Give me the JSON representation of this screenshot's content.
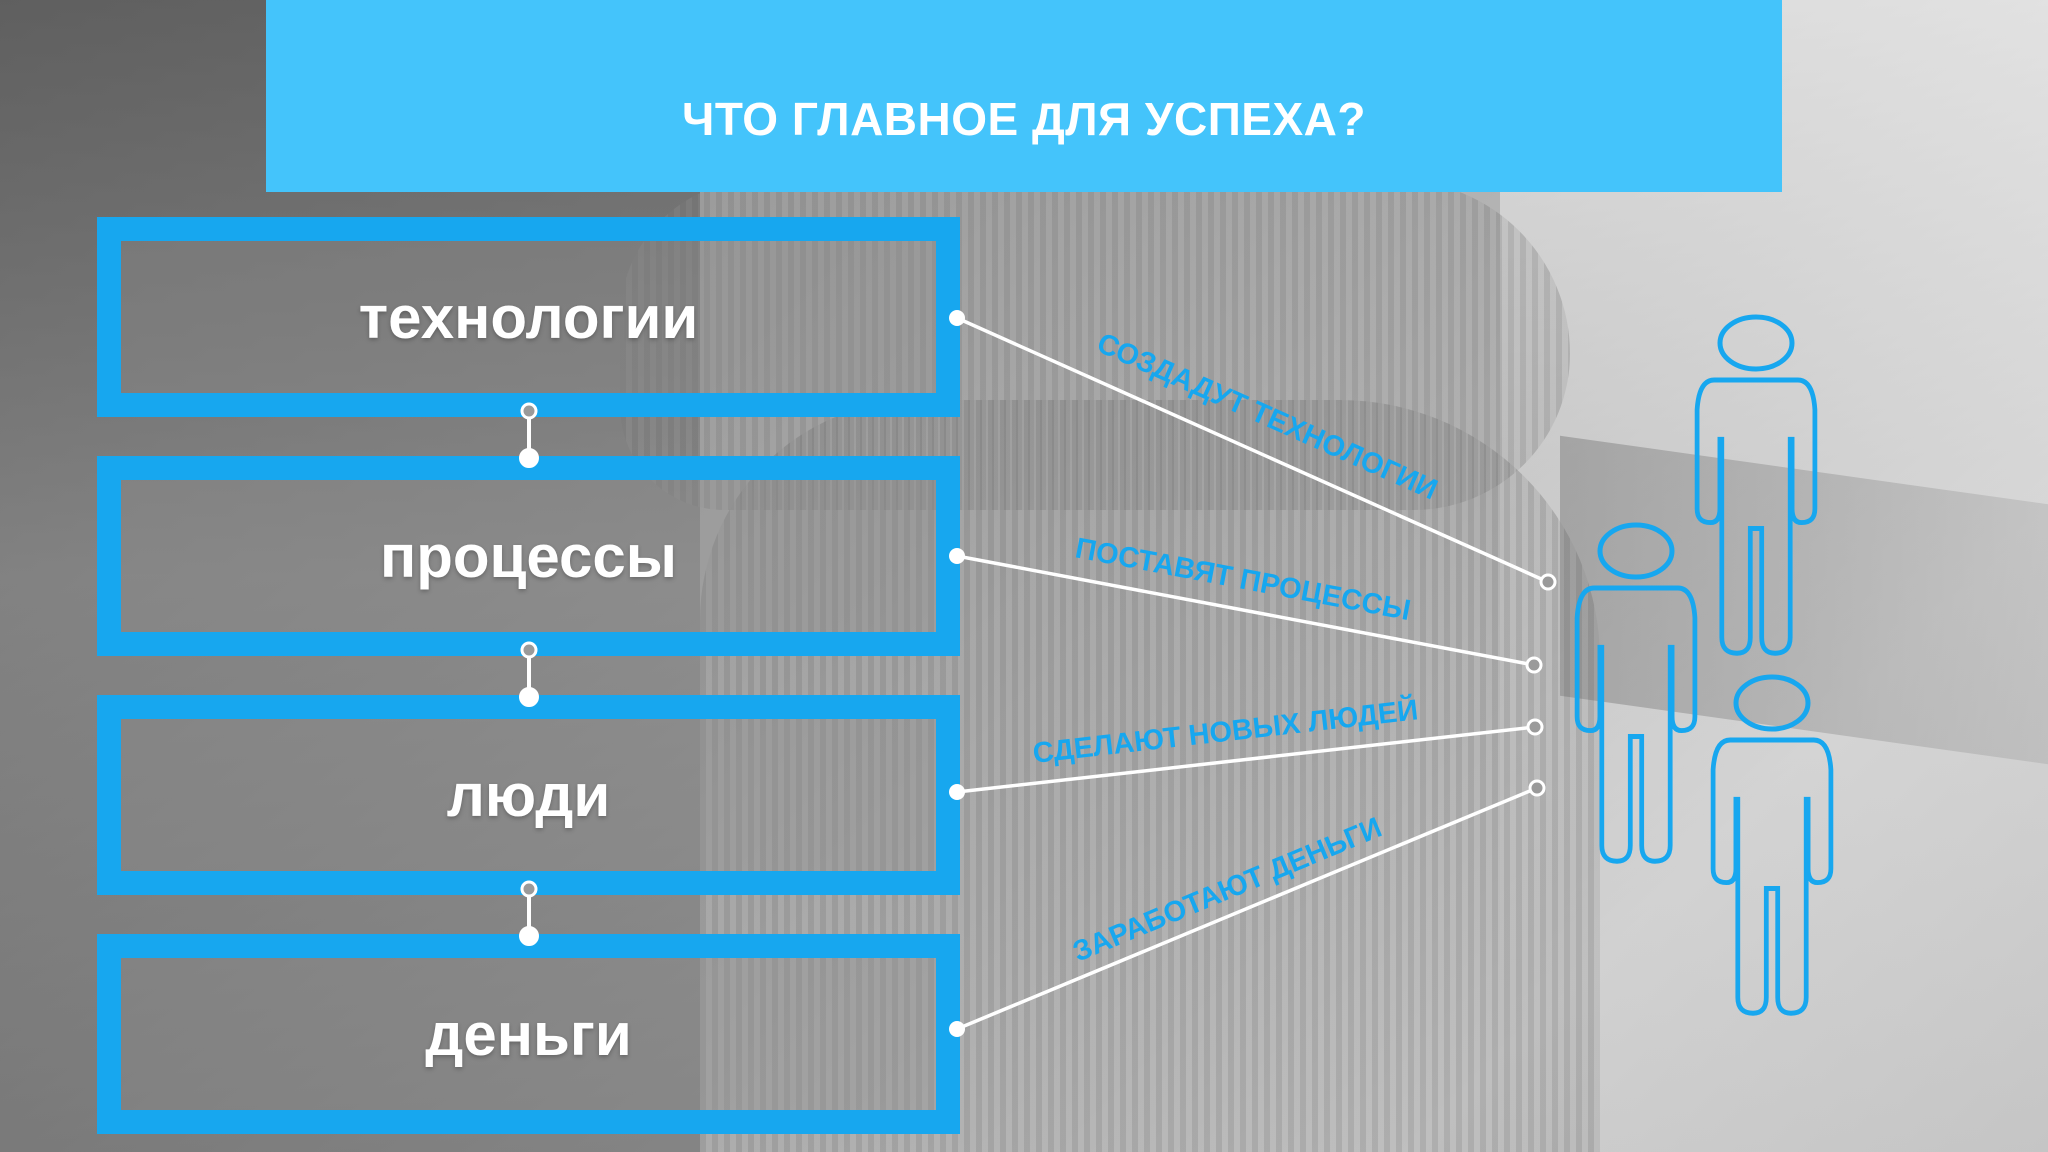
{
  "title": "ЧТО ГЛАВНОЕ ДЛЯ УСПЕХА?",
  "boxes": [
    "технологии",
    "процессы",
    "люди",
    "деньги"
  ],
  "arrows": [
    "СОЗДАДУТ ТЕХНОЛОГИИ",
    "ПОСТАВЯТ ПРОЦЕССЫ",
    "СДЕЛАЮТ НОВЫХ ЛЮДЕЙ",
    "ЗАРАБОТАЮТ ДЕНЬГИ"
  ],
  "colors": {
    "banner": "#44c4fb",
    "accent": "#17a7ef",
    "text": "#ffffff",
    "line": "#ffffff"
  },
  "icons": [
    "person-icon",
    "person-icon",
    "person-icon"
  ]
}
